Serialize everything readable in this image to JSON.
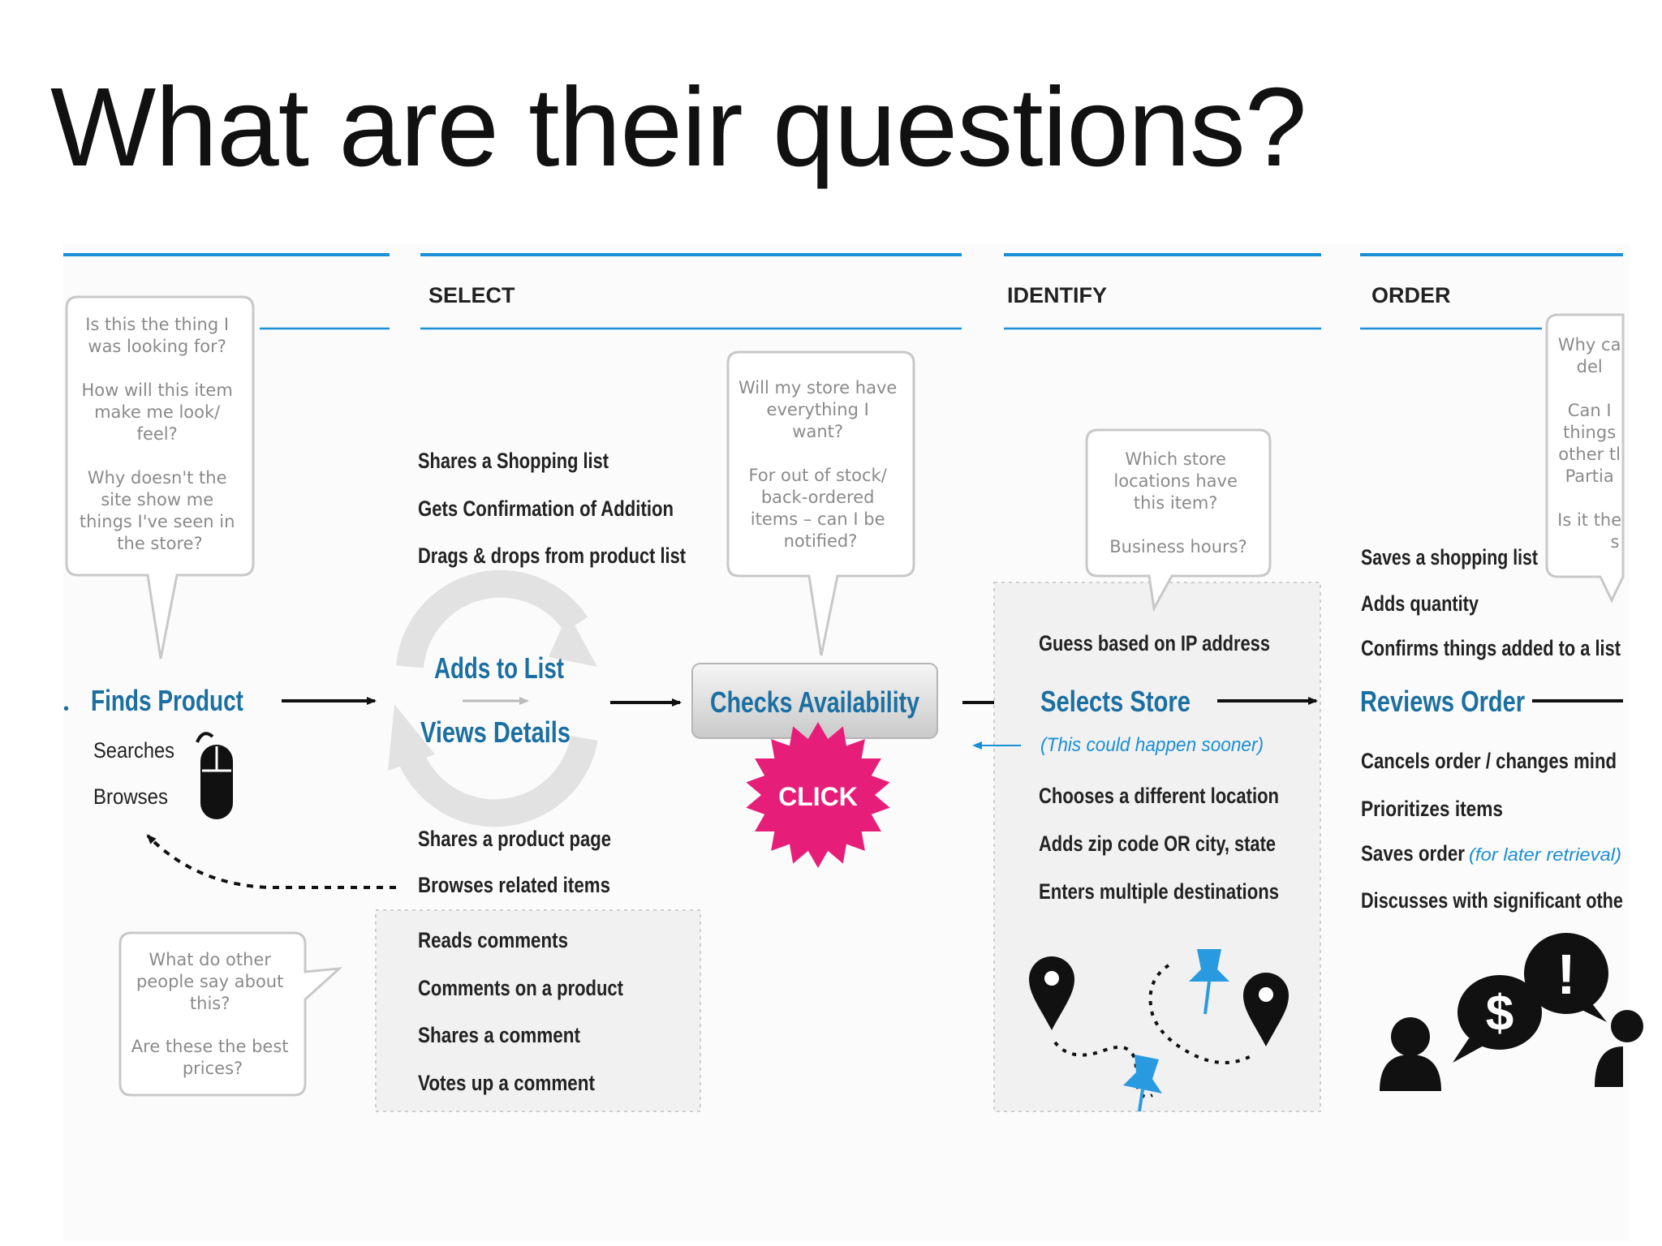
{
  "slide": {
    "title": "What are their questions?"
  },
  "colors": {
    "accent_blue": "#1a8fd6",
    "stage_blue": "#1b6fa1",
    "click_magenta": "#e61e7a",
    "text_dark": "#222222",
    "bubble_text": "#8a8a8a",
    "pin_blue": "#2a9ae0"
  },
  "stages": {
    "select": "SELECT",
    "identify": "IDENTIFY",
    "order": "ORDER"
  },
  "bubbles": {
    "finds": [
      "Is this the thing I",
      "was looking for?",
      "",
      "How will this item",
      "make me look/",
      "feel?",
      "",
      "Why doesn't the",
      "site show me",
      "things I've seen in",
      "the store?"
    ],
    "checks": [
      "Will my store have",
      "everything I",
      "want?",
      "",
      "For out of stock/",
      "back-ordered",
      "items – can I be",
      "notified?"
    ],
    "stores": [
      "Which store",
      "locations have",
      "this item?",
      "",
      "Business hours?"
    ],
    "others": [
      "What do other",
      "people say about",
      "this?",
      "",
      "Are these the best",
      "prices?"
    ],
    "order": [
      "Why ca",
      "del",
      "",
      "Can I",
      "things",
      "other tl",
      "Partia",
      "",
      "Is it the",
      "s"
    ]
  },
  "finds": {
    "title": "Finds Product",
    "sub": [
      "Searches",
      "Browses"
    ],
    "icon": "mouse-icon"
  },
  "select": {
    "top": [
      "Shares a Shopping list",
      "Gets Confirmation of Addition",
      "Drags & drops from product list"
    ],
    "cycle": [
      "Adds to List",
      "Views Details"
    ],
    "bottom": [
      "Shares a product page",
      "Browses related items"
    ],
    "box": [
      "Reads comments",
      "Comments on a product",
      "Shares a comment",
      "Votes up a comment"
    ]
  },
  "checks": {
    "button": "Checks Availability",
    "click": "CLICK"
  },
  "identify": {
    "top": "Guess based on IP address",
    "title": "Selects Store",
    "note": "(This could happen sooner)",
    "list": [
      "Chooses a different location",
      "Adds zip code OR city, state",
      "Enters multiple destinations"
    ]
  },
  "order": {
    "top": [
      "Saves a shopping list",
      "Adds quantity",
      "Confirms things added to a list"
    ],
    "title": "Reviews Order",
    "list": [
      "Cancels order / changes mind",
      "Prioritizes items"
    ],
    "saves": "Saves order",
    "saves_note": "(for later retrieval)",
    "discusses": "Discusses with significant othe"
  }
}
